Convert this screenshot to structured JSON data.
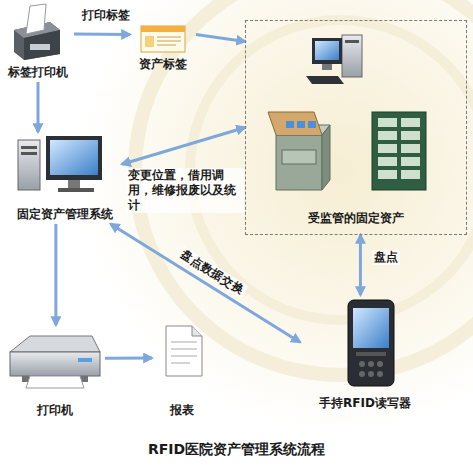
{
  "diagram": {
    "caption": "RFID医院资产管理系统流程",
    "nodes": [
      {
        "text": [
          "标签打印机"
        ]
      },
      {
        "text": [
          "资产标签"
        ]
      },
      {
        "text": [
          "受监管的固定资产"
        ]
      },
      {
        "text": [
          "固定资产管理系统"
        ]
      },
      {
        "text": [
          "打印机"
        ]
      },
      {
        "text": [
          "报表"
        ]
      },
      {
        "text": [
          "手持RFID读写器"
        ]
      }
    ],
    "edges": [
      {
        "from": 0,
        "to": 1,
        "label": "打印标签",
        "arrow": "to"
      },
      {
        "from": 1,
        "to": 2,
        "arrow": "to"
      },
      {
        "from": 0,
        "to": 3,
        "arrow": "to"
      },
      {
        "from": 2,
        "to": 3,
        "label": "变更位置，借用调用，维修报废以及统计",
        "arrow": "both"
      },
      {
        "from": 3,
        "to": 4,
        "arrow": "to"
      },
      {
        "from": 4,
        "to": 5,
        "arrow": "to"
      },
      {
        "from": 3,
        "to": 6,
        "label": "盘点数据交换",
        "arrow": "both"
      },
      {
        "from": 2,
        "to": 6,
        "label": "盘点",
        "arrow": "both"
      }
    ]
  }
}
